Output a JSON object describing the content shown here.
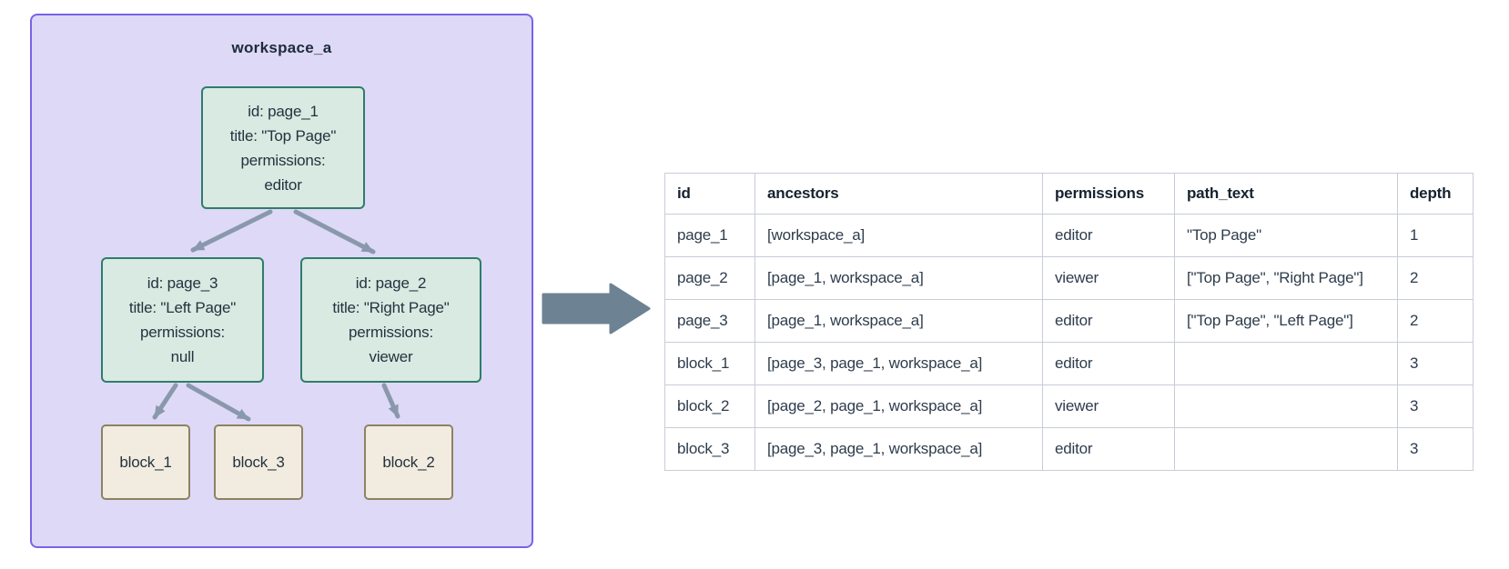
{
  "colors": {
    "workspace_fill": "#ded9f7",
    "workspace_border": "#7b62e8",
    "page_node_fill": "#d8eae1",
    "page_node_border": "#2f7d6b",
    "block_node_fill": "#f1ecdf",
    "block_node_border": "#8c8264",
    "tree_edge": "#8a98ab",
    "flow_arrow": "#6d8292",
    "table_border": "#c7cdd7",
    "text_dark": "#253240"
  },
  "diagram": {
    "workspace_label": "workspace_a",
    "nodes": {
      "page_1": {
        "lines": [
          "id: page_1",
          "title: \"Top Page\"",
          "permissions:",
          "editor"
        ]
      },
      "page_3": {
        "lines": [
          "id: page_3",
          "title: \"Left Page\"",
          "permissions:",
          "null"
        ]
      },
      "page_2": {
        "lines": [
          "id: page_2",
          "title: \"Right Page\"",
          "permissions:",
          "viewer"
        ]
      },
      "block_1": {
        "label": "block_1"
      },
      "block_3": {
        "label": "block_3"
      },
      "block_2": {
        "label": "block_2"
      }
    },
    "edges": [
      {
        "from": "page_1",
        "to": "page_3"
      },
      {
        "from": "page_1",
        "to": "page_2"
      },
      {
        "from": "page_3",
        "to": "block_1"
      },
      {
        "from": "page_3",
        "to": "block_3"
      },
      {
        "from": "page_2",
        "to": "block_2"
      }
    ]
  },
  "table": {
    "columns": [
      "id",
      "ancestors",
      "permissions",
      "path_text",
      "depth"
    ],
    "rows": [
      {
        "id": "page_1",
        "ancestors": "[workspace_a]",
        "permissions": "editor",
        "path_text": "\"Top Page\"",
        "depth": "1"
      },
      {
        "id": "page_2",
        "ancestors": "[page_1, workspace_a]",
        "permissions": "viewer",
        "path_text": "[\"Top Page\", \"Right Page\"]",
        "depth": "2"
      },
      {
        "id": "page_3",
        "ancestors": "[page_1, workspace_a]",
        "permissions": "editor",
        "path_text": "[\"Top Page\", \"Left Page\"]",
        "depth": "2"
      },
      {
        "id": "block_1",
        "ancestors": "[page_3, page_1, workspace_a]",
        "permissions": "editor",
        "path_text": "",
        "depth": "3"
      },
      {
        "id": "block_2",
        "ancestors": "[page_2, page_1, workspace_a]",
        "permissions": "viewer",
        "path_text": "",
        "depth": "3"
      },
      {
        "id": "block_3",
        "ancestors": "[page_3, page_1, workspace_a]",
        "permissions": "editor",
        "path_text": "",
        "depth": "3"
      }
    ]
  }
}
